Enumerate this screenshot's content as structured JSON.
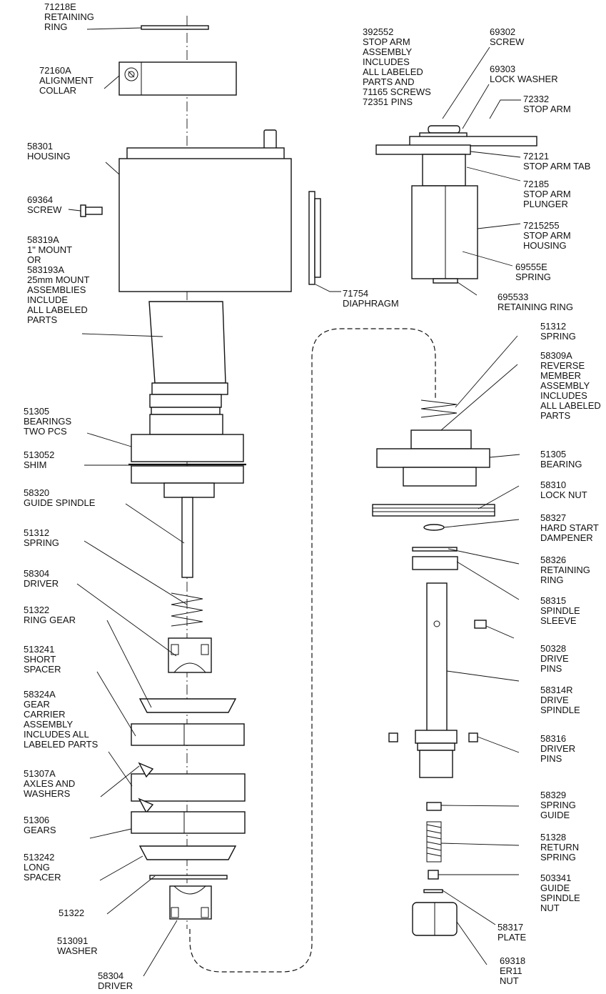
{
  "labels": [
    {
      "id": "p71218e",
      "lines": [
        "71218E",
        "RETAINING",
        "RING"
      ]
    },
    {
      "id": "p72160a",
      "lines": [
        "72160A",
        "ALIGNMENT",
        "COLLAR"
      ]
    },
    {
      "id": "p58301",
      "lines": [
        "58301",
        "HOUSING"
      ]
    },
    {
      "id": "p69364",
      "lines": [
        "69364",
        "SCREW"
      ]
    },
    {
      "id": "p58319a",
      "lines": [
        "58319A",
        "1\" MOUNT",
        "OR",
        "583193A",
        "25mm MOUNT",
        "ASSEMBLIES",
        "INCLUDE",
        "ALL LABELED",
        "PARTS"
      ]
    },
    {
      "id": "p51305l",
      "lines": [
        "51305",
        "BEARINGS",
        "TWO PCS"
      ]
    },
    {
      "id": "p513052",
      "lines": [
        "513052",
        "SHIM"
      ]
    },
    {
      "id": "p58320",
      "lines": [
        "58320",
        "GUIDE SPINDLE"
      ]
    },
    {
      "id": "p51312l",
      "lines": [
        "51312",
        "SPRING"
      ]
    },
    {
      "id": "p58304a",
      "lines": [
        "58304",
        "DRIVER"
      ]
    },
    {
      "id": "p51322a",
      "lines": [
        "51322",
        "RING GEAR"
      ]
    },
    {
      "id": "p513241",
      "lines": [
        "513241",
        "SHORT",
        "SPACER"
      ]
    },
    {
      "id": "p58324a",
      "lines": [
        "58324A",
        "GEAR",
        "CARRIER",
        "ASSEMBLY",
        "INCLUDES ALL",
        "LABELED PARTS"
      ]
    },
    {
      "id": "p51307a",
      "lines": [
        "51307A",
        "AXLES AND",
        "WASHERS"
      ]
    },
    {
      "id": "p51306",
      "lines": [
        "51306",
        "GEARS"
      ]
    },
    {
      "id": "p513242",
      "lines": [
        "513242",
        "LONG",
        "SPACER"
      ]
    },
    {
      "id": "p51322b",
      "lines": [
        "51322"
      ]
    },
    {
      "id": "p513091",
      "lines": [
        "513091",
        "WASHER"
      ]
    },
    {
      "id": "p58304b",
      "lines": [
        "58304",
        "DRIVER"
      ]
    },
    {
      "id": "p392552",
      "lines": [
        "392552",
        "STOP ARM",
        "ASSEMBLY",
        "INCLUDES",
        "ALL LABELED",
        "PARTS AND",
        "71165 SCREWS",
        "72351 PINS"
      ]
    },
    {
      "id": "p69302",
      "lines": [
        "69302",
        "SCREW"
      ]
    },
    {
      "id": "p69303",
      "lines": [
        "69303",
        "LOCK WASHER"
      ]
    },
    {
      "id": "p72332",
      "lines": [
        "72332",
        "STOP ARM"
      ]
    },
    {
      "id": "p72121",
      "lines": [
        "72121",
        "STOP ARM TAB"
      ]
    },
    {
      "id": "p72185",
      "lines": [
        "72185",
        "STOP ARM",
        "PLUNGER"
      ]
    },
    {
      "id": "p7215255",
      "lines": [
        "7215255",
        "STOP ARM",
        "HOUSING"
      ]
    },
    {
      "id": "p69555e",
      "lines": [
        "69555E",
        "SPRING"
      ]
    },
    {
      "id": "p695533",
      "lines": [
        "695533",
        "RETAINING RING"
      ]
    },
    {
      "id": "p71754",
      "lines": [
        "71754",
        "DIAPHRAGM"
      ]
    },
    {
      "id": "p51312r",
      "lines": [
        "51312",
        "SPRING"
      ]
    },
    {
      "id": "p58309a",
      "lines": [
        "58309A",
        "REVERSE",
        "MEMBER",
        "ASSEMBLY",
        "INCLUDES",
        "ALL LABELED",
        "PARTS"
      ]
    },
    {
      "id": "p51305r",
      "lines": [
        "51305",
        "BEARING"
      ]
    },
    {
      "id": "p58310",
      "lines": [
        "58310",
        "LOCK NUT"
      ]
    },
    {
      "id": "p58327",
      "lines": [
        "58327",
        "HARD START",
        "DAMPENER"
      ]
    },
    {
      "id": "p58326",
      "lines": [
        "58326",
        "RETAINING",
        "RING"
      ]
    },
    {
      "id": "p58315",
      "lines": [
        "58315",
        "SPINDLE",
        "SLEEVE"
      ]
    },
    {
      "id": "p50328",
      "lines": [
        "50328",
        "DRIVE",
        "PINS"
      ]
    },
    {
      "id": "p58314r",
      "lines": [
        "58314R",
        "DRIVE",
        "SPINDLE"
      ]
    },
    {
      "id": "p58316",
      "lines": [
        "58316",
        "DRIVER",
        "PINS"
      ]
    },
    {
      "id": "p58329",
      "lines": [
        "58329",
        "SPRING",
        "GUIDE"
      ]
    },
    {
      "id": "p51328",
      "lines": [
        "51328",
        "RETURN",
        "SPRING"
      ]
    },
    {
      "id": "p503341",
      "lines": [
        "503341",
        "GUIDE",
        "SPINDLE",
        "NUT"
      ]
    },
    {
      "id": "p58317",
      "lines": [
        "58317",
        "PLATE"
      ]
    },
    {
      "id": "p69318",
      "lines": [
        "69318",
        "ER11",
        "NUT"
      ]
    }
  ]
}
